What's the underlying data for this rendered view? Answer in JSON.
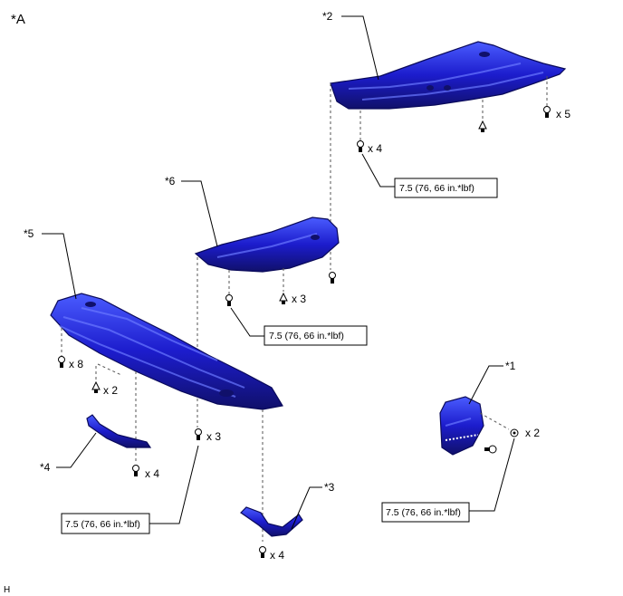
{
  "diagram_id": "*A",
  "footer_mark": "H",
  "callouts": {
    "c1": "*1",
    "c2": "*2",
    "c3": "*3",
    "c4": "*4",
    "c5": "*5",
    "c6": "*6"
  },
  "torque": {
    "t1": "7.5 (76, 66 in.*lbf)",
    "t2": "7.5 (76, 66 in.*lbf)",
    "t3": "7.5 (76, 66 in.*lbf)",
    "t4": "7.5 (76, 66 in.*lbf)"
  },
  "quantities": {
    "q_top_right": "x 5",
    "q_top_left": "x 4",
    "q_mid_clip": "x 3",
    "q_left_bolt": "x 8",
    "q_left_clip": "x 2",
    "q_center_bolt": "x 3",
    "q_left_bottom": "x 4",
    "q_bottom_center": "x 4",
    "q_right_part": "x 2"
  },
  "colors": {
    "panel_blue": "#1c1ccc",
    "panel_dark": "#10106a",
    "panel_light": "#4a5cff"
  }
}
